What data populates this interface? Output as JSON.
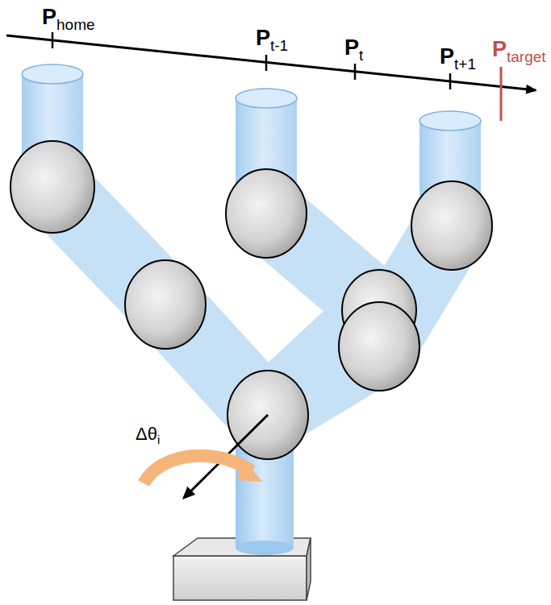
{
  "diagram": {
    "labels": [
      "Phome",
      "Pt-1",
      "Pt",
      "Pt+1",
      "Ptarget",
      "Δθi"
    ]
  }
}
